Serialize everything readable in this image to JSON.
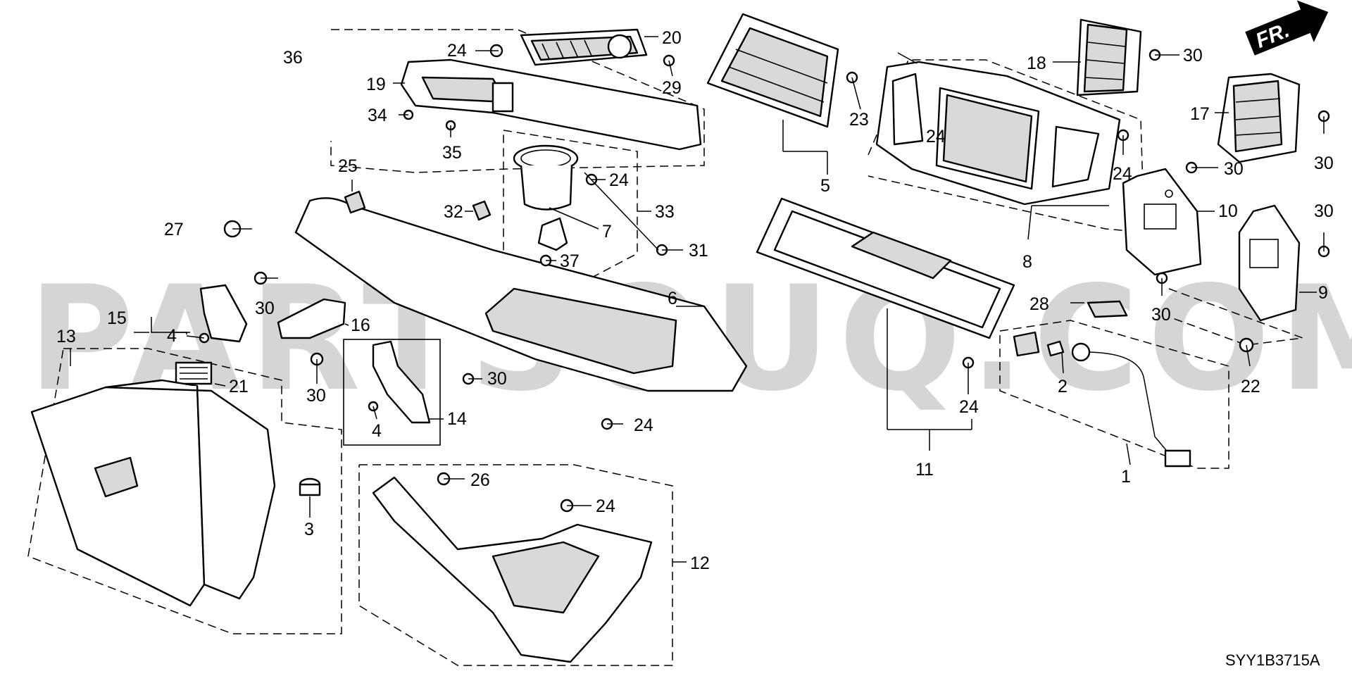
{
  "watermark": "PARTSOUQ.COM",
  "diagram_code": "SYY1B3715A",
  "direction_label": "FR.",
  "callouts": [
    "1",
    "2",
    "3",
    "4",
    "4",
    "5",
    "6",
    "7",
    "8",
    "9",
    "10",
    "11",
    "12",
    "13",
    "14",
    "15",
    "16",
    "17",
    "18",
    "19",
    "20",
    "21",
    "22",
    "23",
    "24",
    "24",
    "24",
    "24",
    "24",
    "24",
    "24",
    "25",
    "26",
    "27",
    "28",
    "29",
    "30",
    "30",
    "30",
    "30",
    "30",
    "30",
    "30",
    "30",
    "31",
    "32",
    "33",
    "34",
    "35",
    "36",
    "37"
  ]
}
